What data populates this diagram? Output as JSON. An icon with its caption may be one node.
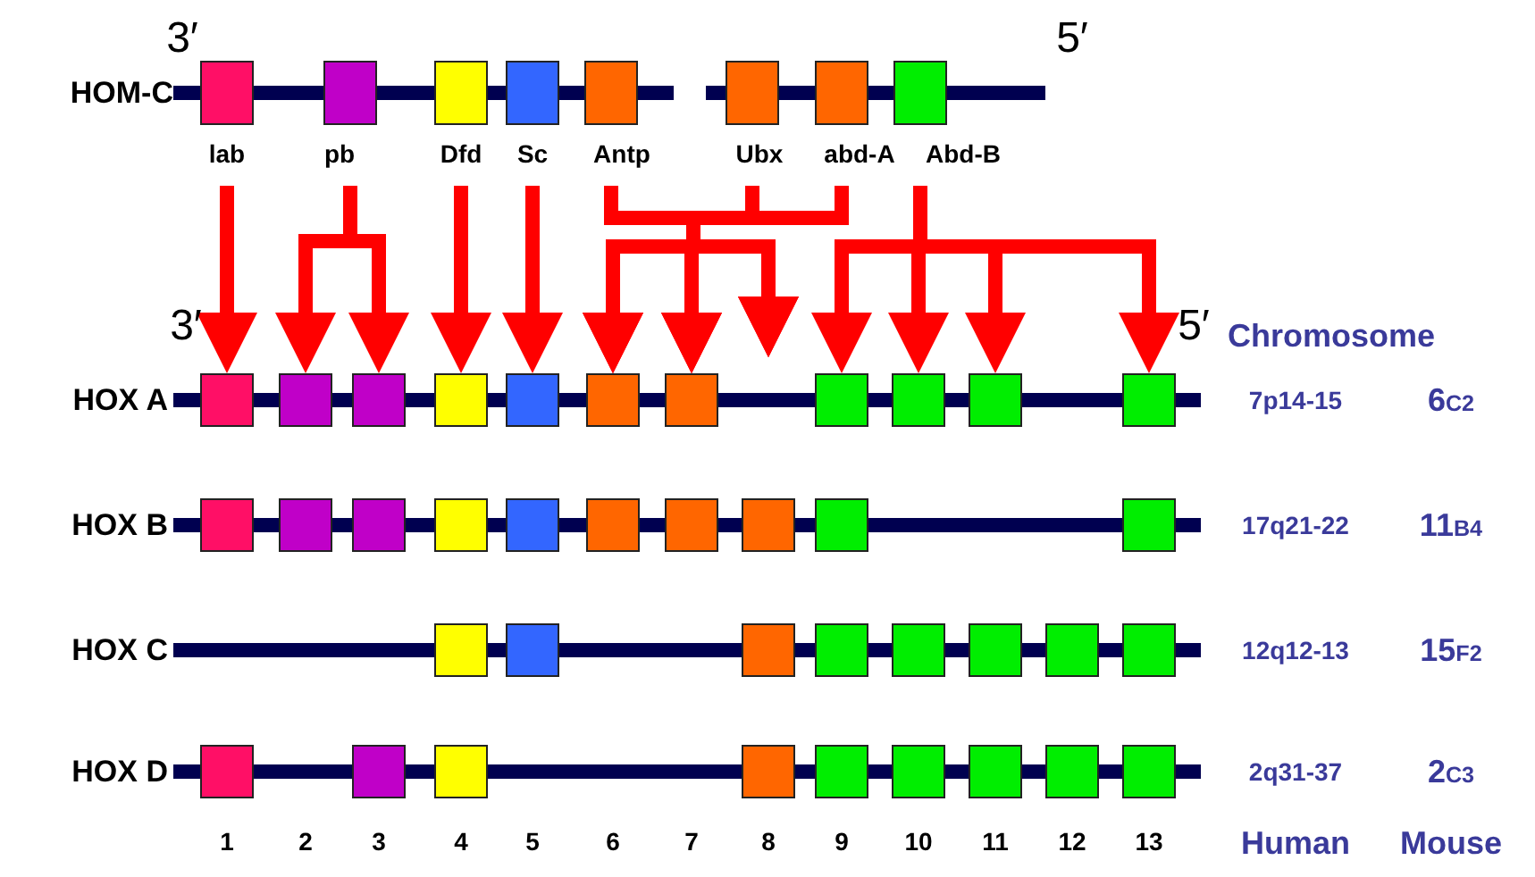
{
  "diagram": {
    "nodes": [
      {
        "text": [
          "lab"
        ]
      },
      {
        "text": [
          "pb"
        ]
      },
      {
        "text": [
          "Dfd"
        ]
      },
      {
        "text": [
          "Sc"
        ]
      },
      {
        "text": [
          "Antp"
        ]
      },
      {
        "text": [
          "Ubx"
        ]
      },
      {
        "text": [
          "abd-A"
        ]
      },
      {
        "text": [
          "Abd-B"
        ]
      },
      {
        "text": [],
        "shape": "box"
      },
      {
        "text": [],
        "shape": "box"
      },
      {
        "text": [],
        "shape": "box"
      },
      {
        "text": [],
        "shape": "box"
      },
      {
        "text": [],
        "shape": "box"
      },
      {
        "text": [],
        "shape": "box"
      },
      {
        "text": [],
        "shape": "box"
      },
      {
        "text": [],
        "shape": "box"
      },
      {
        "text": [],
        "shape": "box"
      },
      {
        "text": [],
        "shape": "box"
      },
      {
        "text": [],
        "shape": "box"
      },
      {
        "text": [],
        "shape": "box"
      },
      {
        "text": [],
        "shape": "box"
      },
      {
        "text": [],
        "shape": "box"
      },
      {
        "text": [],
        "shape": "box"
      },
      {
        "text": [],
        "shape": "box"
      },
      {
        "text": [],
        "shape": "box"
      },
      {
        "text": [],
        "shape": "box"
      },
      {
        "text": [],
        "shape": "box"
      },
      {
        "text": [],
        "shape": "box"
      },
      {
        "text": [],
        "shape": "box"
      },
      {
        "text": [],
        "shape": "box"
      },
      {
        "text": [],
        "shape": "box"
      },
      {
        "text": [],
        "shape": "box"
      },
      {
        "text": [],
        "shape": "box"
      },
      {
        "text": [],
        "shape": "box"
      },
      {
        "text": [],
        "shape": "box"
      },
      {
        "text": [],
        "shape": "box"
      },
      {
        "text": [],
        "shape": "box"
      },
      {
        "text": [],
        "shape": "box"
      },
      {
        "text": [],
        "shape": "box"
      },
      {
        "text": [],
        "shape": "box"
      },
      {
        "text": [],
        "shape": "box"
      },
      {
        "text": [],
        "shape": "box"
      },
      {
        "text": [],
        "shape": "box"
      },
      {
        "text": [],
        "shape": "box"
      },
      {
        "text": [],
        "shape": "box"
      },
      {
        "text": [],
        "shape": "box"
      }
    ],
    "edges": [
      {
        "from": 0,
        "to": 8,
        "arrow": "to"
      },
      {
        "from": 1,
        "to": 9,
        "arrow": "to"
      },
      {
        "from": 1,
        "to": 10,
        "arrow": "to"
      },
      {
        "from": 2,
        "to": 11,
        "arrow": "to"
      },
      {
        "from": 3,
        "to": 12,
        "arrow": "to"
      },
      {
        "from": 4,
        "to": 13,
        "arrow": "to"
      },
      {
        "from": 4,
        "to": 14,
        "arrow": "to"
      },
      {
        "from": 4,
        "to": null,
        "arrow": "to"
      },
      {
        "from": 5,
        "to": 13,
        "arrow": "to"
      },
      {
        "from": 5,
        "to": 14,
        "arrow": "to"
      },
      {
        "from": 5,
        "to": null,
        "arrow": "to"
      },
      {
        "from": 6,
        "to": 13,
        "arrow": "to"
      },
      {
        "from": 6,
        "to": 14,
        "arrow": "to"
      },
      {
        "from": 6,
        "to": null,
        "arrow": "to"
      },
      {
        "from": 7,
        "to": 15,
        "arrow": "to"
      },
      {
        "from": 7,
        "to": 16,
        "arrow": "to"
      },
      {
        "from": 7,
        "to": 17,
        "arrow": "to"
      },
      {
        "from": 7,
        "to": 18,
        "arrow": "to"
      }
    ],
    "labels": [
      "3′",
      "5′",
      "HOM-C",
      "3′",
      "5′",
      "Chromosome",
      "HOX A",
      "7p14-15",
      "6$_{C2}$",
      "HOX B",
      "17q21-22",
      "11$_{B4}$",
      "HOX C",
      "12q12-13",
      "15$_{F2}$",
      "HOX D",
      "2q31-37",
      "2$_{C3}$",
      "1",
      "2",
      "3",
      "4",
      "5",
      "6",
      "7",
      "8",
      "9",
      "10",
      "11",
      "12",
      "13",
      "Human",
      "Mouse"
    ]
  }
}
